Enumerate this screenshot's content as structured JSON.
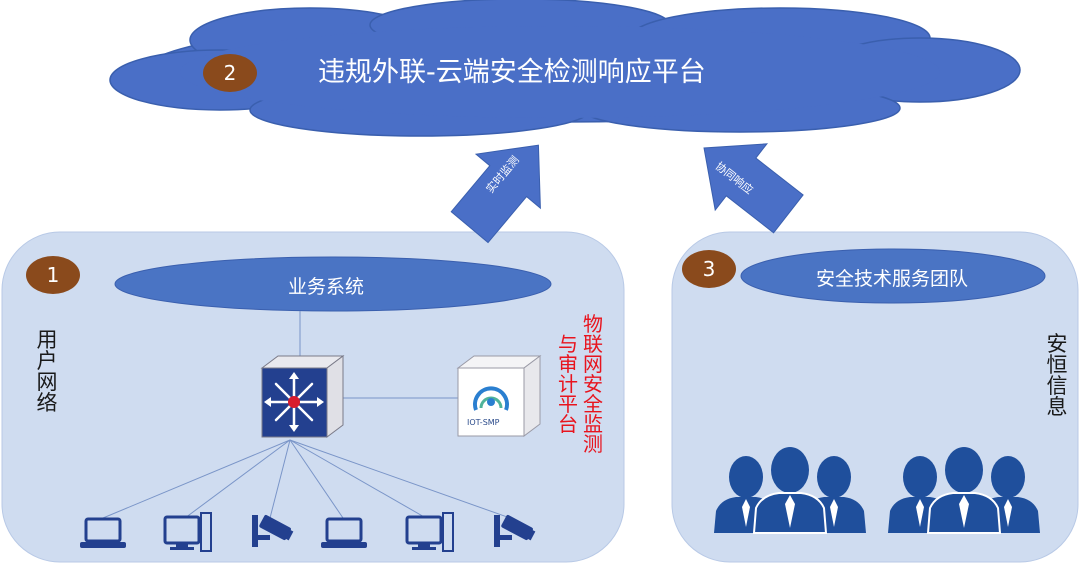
{
  "cloud": {
    "badge": "2",
    "title": "违规外联-云端安全检测响应平台"
  },
  "arrows": {
    "left_label": "实时监测",
    "right_label": "协同响应"
  },
  "user_network": {
    "badge": "1",
    "side_label": "用户网络",
    "business_system": "业务系统",
    "iot_device_label": "IOT-SMP",
    "platform_label_col1": "与审计平台",
    "platform_label_col2": "物联网安全监测"
  },
  "security_team": {
    "badge": "3",
    "team_label": "安全技术服务团队",
    "side_label": "安恒信息"
  },
  "colors": {
    "cloud_fill": "#4a6fc7",
    "panel_fill": "#cfdcf0",
    "ellipse_fill": "#4a74c4",
    "badge_fill": "#8a4a1c",
    "red_text": "#e8141e",
    "icon_blue": "#23408f",
    "people_blue": "#1f4f9c"
  },
  "icons": [
    "switch-icon",
    "iot-smp-device-icon",
    "laptop-icon",
    "desktop-icon",
    "camera-icon",
    "person-group-icon"
  ]
}
